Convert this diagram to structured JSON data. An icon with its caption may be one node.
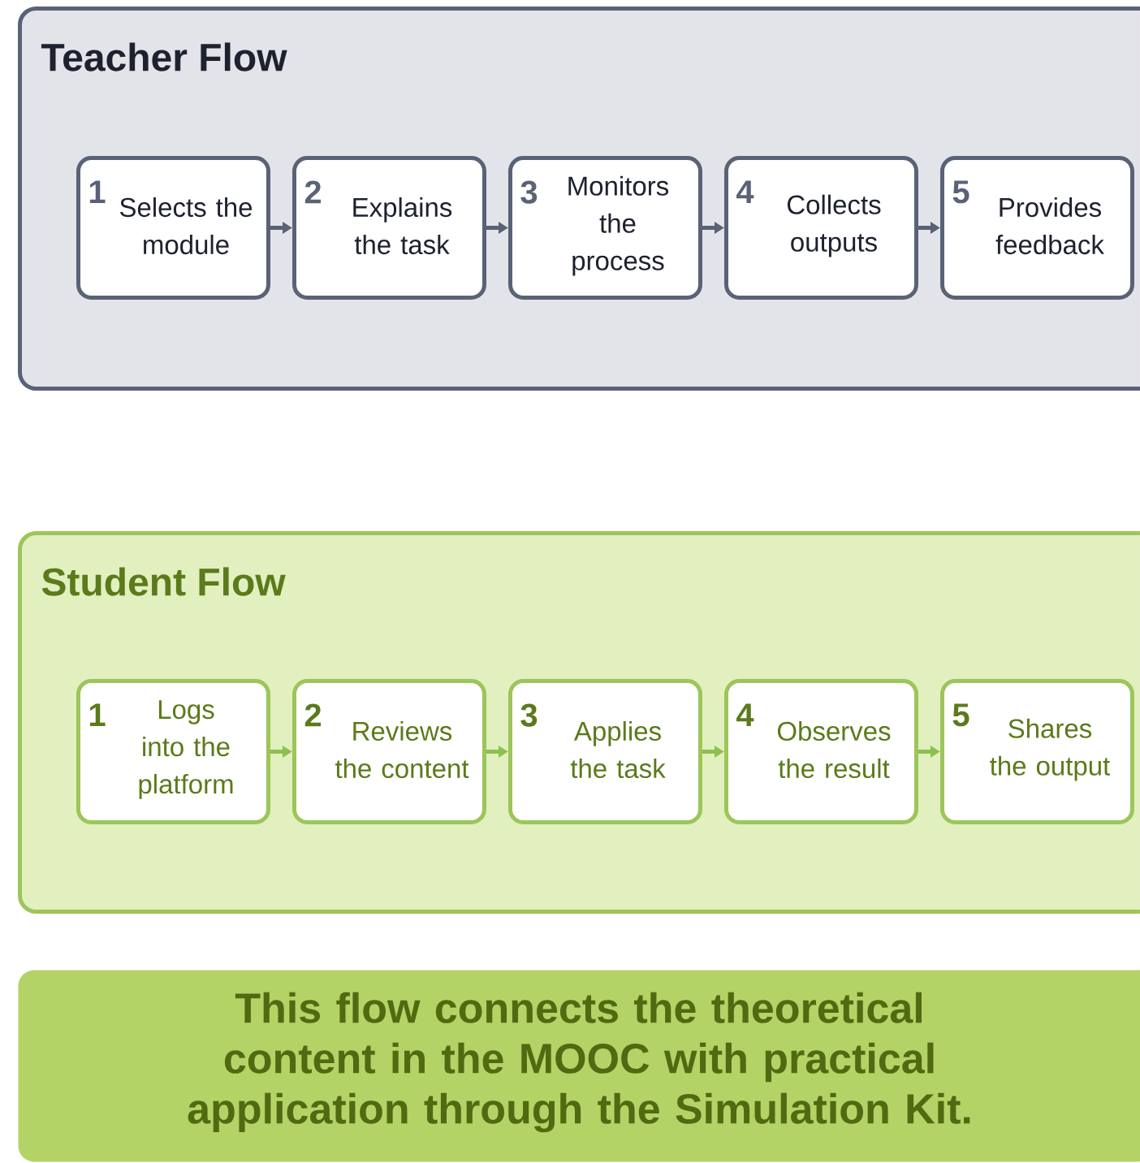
{
  "diagram": {
    "nodes": [
      {
        "text": [
          "Teacher Flow"
        ]
      },
      {
        "text": [
          "1",
          "Selects the module"
        ],
        "in": 0
      },
      {
        "text": [
          "2",
          "Explains the task"
        ],
        "in": 0
      },
      {
        "text": [
          "3",
          "Monitors the process"
        ],
        "in": 0
      },
      {
        "text": [
          "4",
          "Collects outputs"
        ],
        "in": 0
      },
      {
        "text": [
          "5",
          "Provides feedback"
        ],
        "in": 0
      },
      {
        "text": [
          "Student Flow"
        ]
      },
      {
        "text": [
          "1",
          "Logs into the platform"
        ],
        "in": 6
      },
      {
        "text": [
          "2",
          "Reviews the content"
        ],
        "in": 6
      },
      {
        "text": [
          "3",
          "Applies the task"
        ],
        "in": 6
      },
      {
        "text": [
          "4",
          "Observes the result"
        ],
        "in": 6
      },
      {
        "text": [
          "5",
          "Shares the output"
        ],
        "in": 6
      },
      {
        "text": [
          "This flow connects the theoretical content in the MOOC with practical application through the Simulation Kit."
        ]
      }
    ],
    "edges": [
      {
        "from": 1,
        "to": 2,
        "arrow": "to"
      },
      {
        "from": 2,
        "to": 3,
        "arrow": "to"
      },
      {
        "from": 3,
        "to": 4,
        "arrow": "to"
      },
      {
        "from": 4,
        "to": 5,
        "arrow": "to"
      },
      {
        "from": 7,
        "to": 8,
        "arrow": "to",
        "color": "#8cc152"
      },
      {
        "from": 8,
        "to": 9,
        "arrow": "to",
        "color": "#8cc152"
      },
      {
        "from": 9,
        "to": 10,
        "arrow": "to",
        "color": "#8cc152"
      },
      {
        "from": 10,
        "to": 11,
        "arrow": "to",
        "color": "#8cc152"
      }
    ]
  }
}
